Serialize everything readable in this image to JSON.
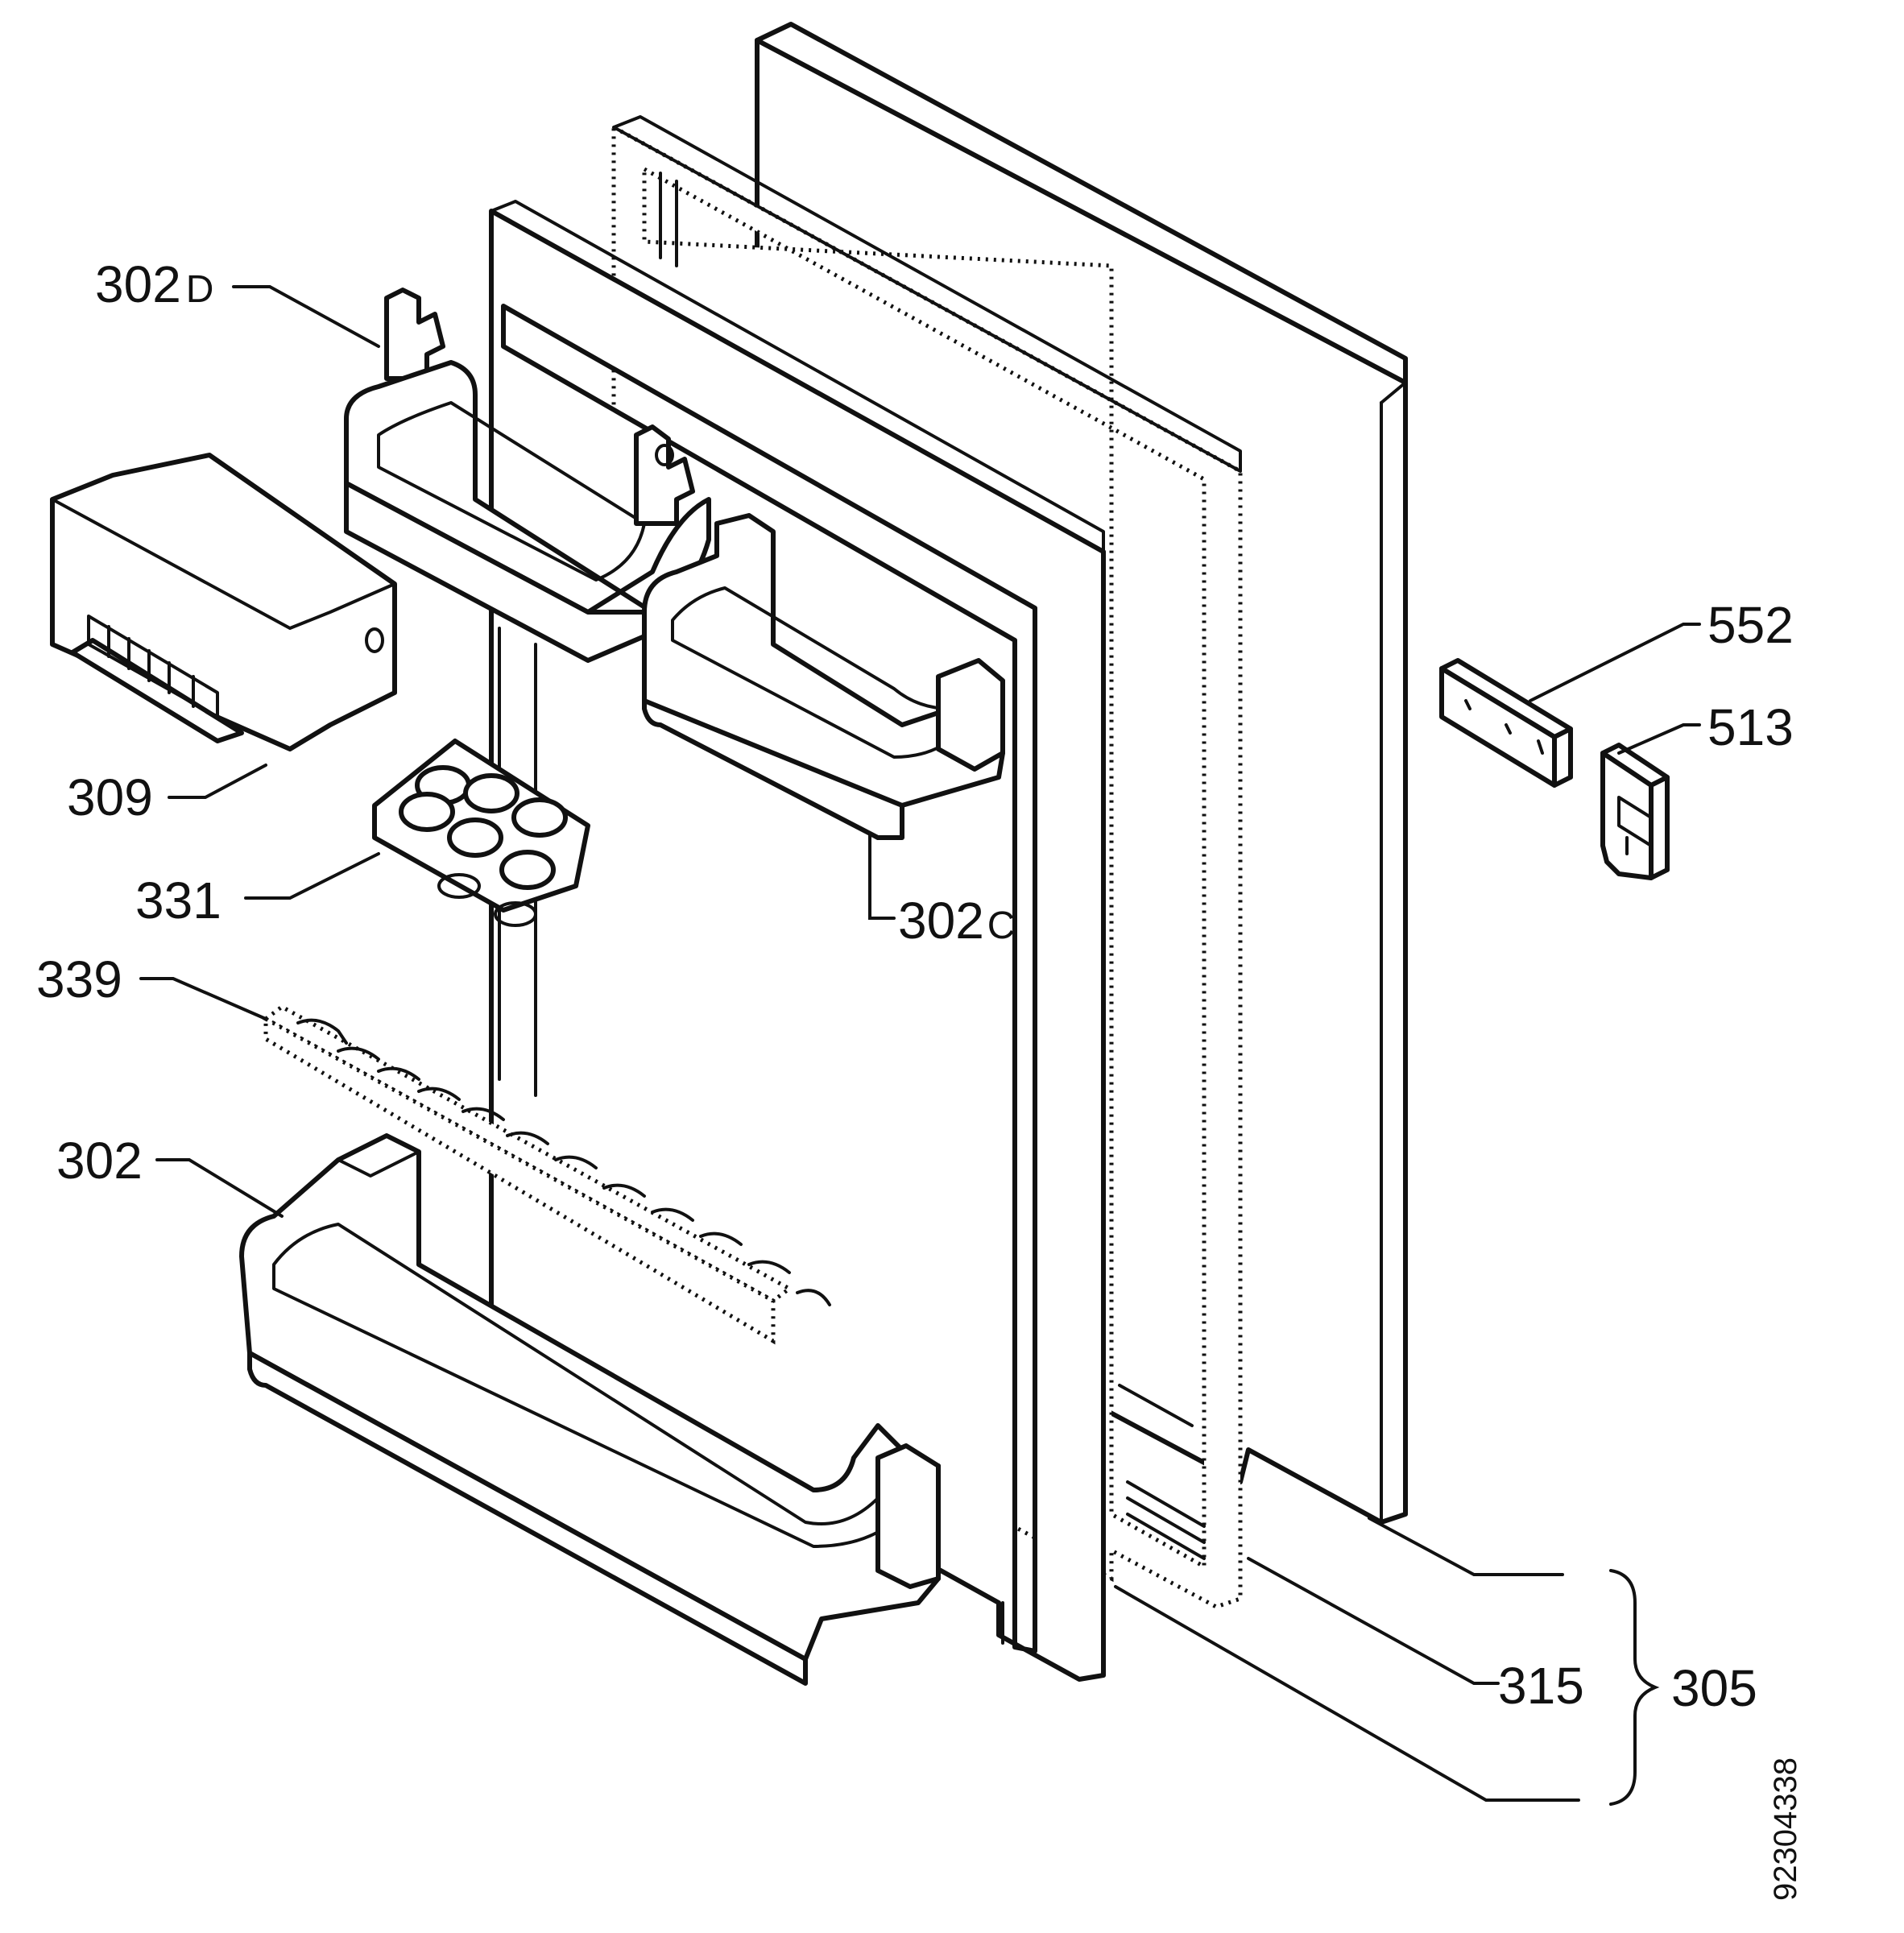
{
  "diagram": {
    "drawing_number": "92304338",
    "callouts": {
      "p302d": "302",
      "p302d_suffix": "D",
      "p309": "309",
      "p331": "331",
      "p302c": "302",
      "p302c_suffix": "C",
      "p339": "339",
      "p302": "302",
      "p552": "552",
      "p513": "513",
      "p315": "315",
      "p305": "305"
    }
  }
}
